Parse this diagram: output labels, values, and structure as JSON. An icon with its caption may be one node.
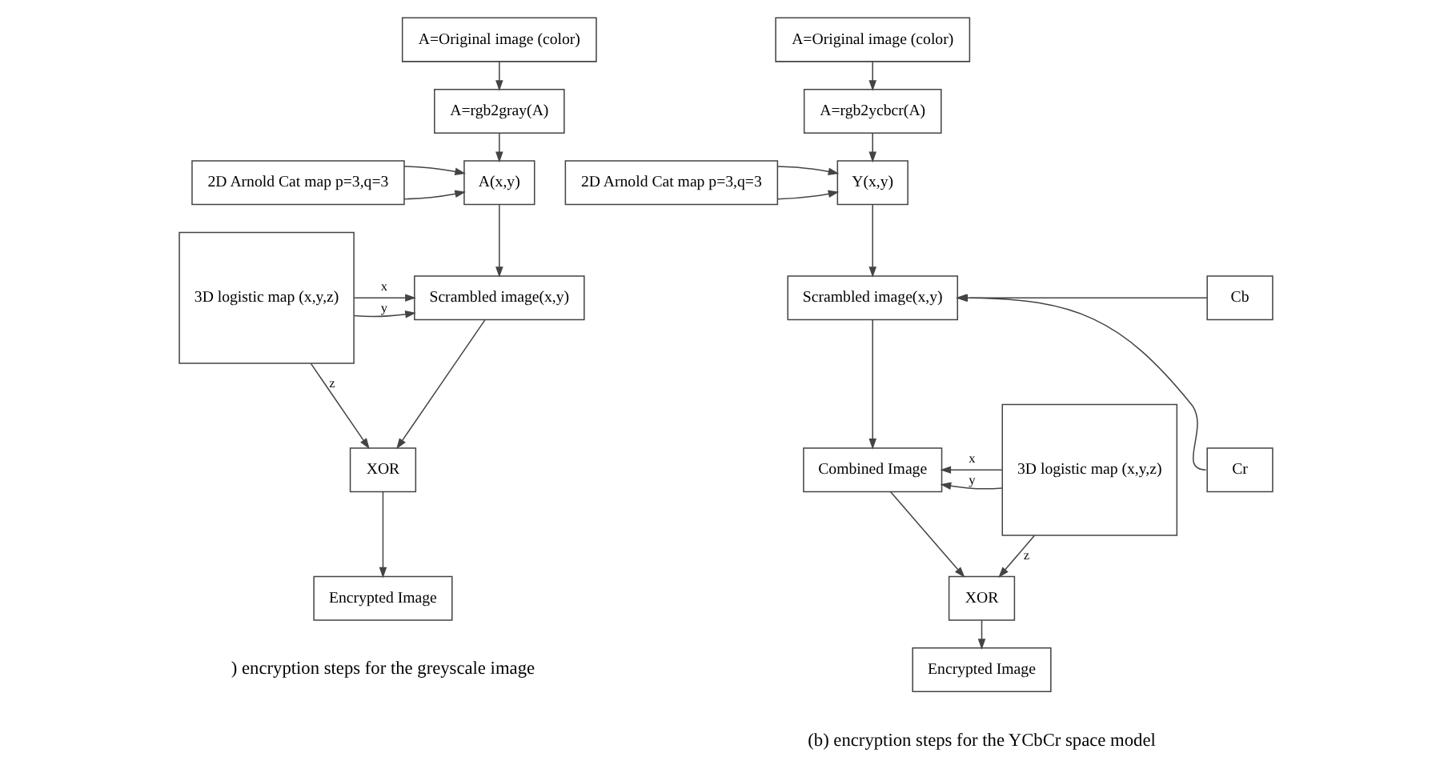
{
  "diagram": {
    "nodes": [
      {
        "text": [
          "A=Original image (color)"
        ]
      },
      {
        "text": [
          "A=rgb2gray(A)"
        ]
      },
      {
        "text": [
          "2D Arnold Cat map p=3,q=3"
        ]
      },
      {
        "text": [
          "A(x,y)"
        ]
      },
      {
        "text": [
          "3D logistic map (x,y,z)"
        ]
      },
      {
        "text": [
          "Scrambled image(x,y)"
        ]
      },
      {
        "text": [
          "XOR"
        ]
      },
      {
        "text": [
          "Encrypted Image"
        ]
      },
      {
        "text": [
          "A=Original image (color)"
        ]
      },
      {
        "text": [
          "A=rgb2ycbcr(A)"
        ]
      },
      {
        "text": [
          "2D Arnold Cat map p=3,q=3"
        ]
      },
      {
        "text": [
          "Y(x,y)"
        ]
      },
      {
        "text": [
          "Cb"
        ]
      },
      {
        "text": [
          "Scrambled image(x,y)"
        ]
      },
      {
        "text": [
          "Cr"
        ]
      },
      {
        "text": [
          "3D logistic map (x,y,z)"
        ]
      },
      {
        "text": [
          "Combined Image"
        ]
      },
      {
        "text": [
          "XOR"
        ]
      },
      {
        "text": [
          "Encrypted Image"
        ]
      }
    ],
    "edges": [
      {
        "from": 0,
        "to": 1,
        "arrow": "to"
      },
      {
        "from": 1,
        "to": 3,
        "arrow": "to"
      },
      {
        "from": 2,
        "to": 3,
        "arrow": "to"
      },
      {
        "from": 2,
        "to": 3,
        "arrow": "to"
      },
      {
        "from": 3,
        "to": 5,
        "arrow": "to"
      },
      {
        "from": 4,
        "to": 5,
        "arrow": "to",
        "label": "x"
      },
      {
        "from": 4,
        "to": 5,
        "arrow": "to",
        "label": "y"
      },
      {
        "from": 4,
        "to": 6,
        "arrow": "to",
        "label": "z"
      },
      {
        "from": 5,
        "to": 6,
        "arrow": "to"
      },
      {
        "from": 6,
        "to": 7,
        "arrow": "to"
      },
      {
        "from": 8,
        "to": 9,
        "arrow": "to"
      },
      {
        "from": 9,
        "to": 11,
        "arrow": "to"
      },
      {
        "from": 10,
        "to": 11,
        "arrow": "to"
      },
      {
        "from": 10,
        "to": 11,
        "arrow": "to"
      },
      {
        "from": 11,
        "to": 13,
        "arrow": "to"
      },
      {
        "from": 12,
        "to": 13,
        "arrow": "to"
      },
      {
        "from": 14,
        "to": 13,
        "arrow": "to"
      },
      {
        "from": 13,
        "to": 16,
        "arrow": "to"
      },
      {
        "from": 15,
        "to": 16,
        "arrow": "to",
        "label": "x"
      },
      {
        "from": 15,
        "to": 16,
        "arrow": "to",
        "label": "y"
      },
      {
        "from": 15,
        "to": 17,
        "arrow": "to",
        "label": "z"
      },
      {
        "from": 16,
        "to": 17,
        "arrow": "to"
      },
      {
        "from": 17,
        "to": 18,
        "arrow": "to"
      }
    ],
    "labels": [
      ") encryption steps for the greyscale image",
      "(b) encryption steps for the YCbCr space model"
    ]
  }
}
